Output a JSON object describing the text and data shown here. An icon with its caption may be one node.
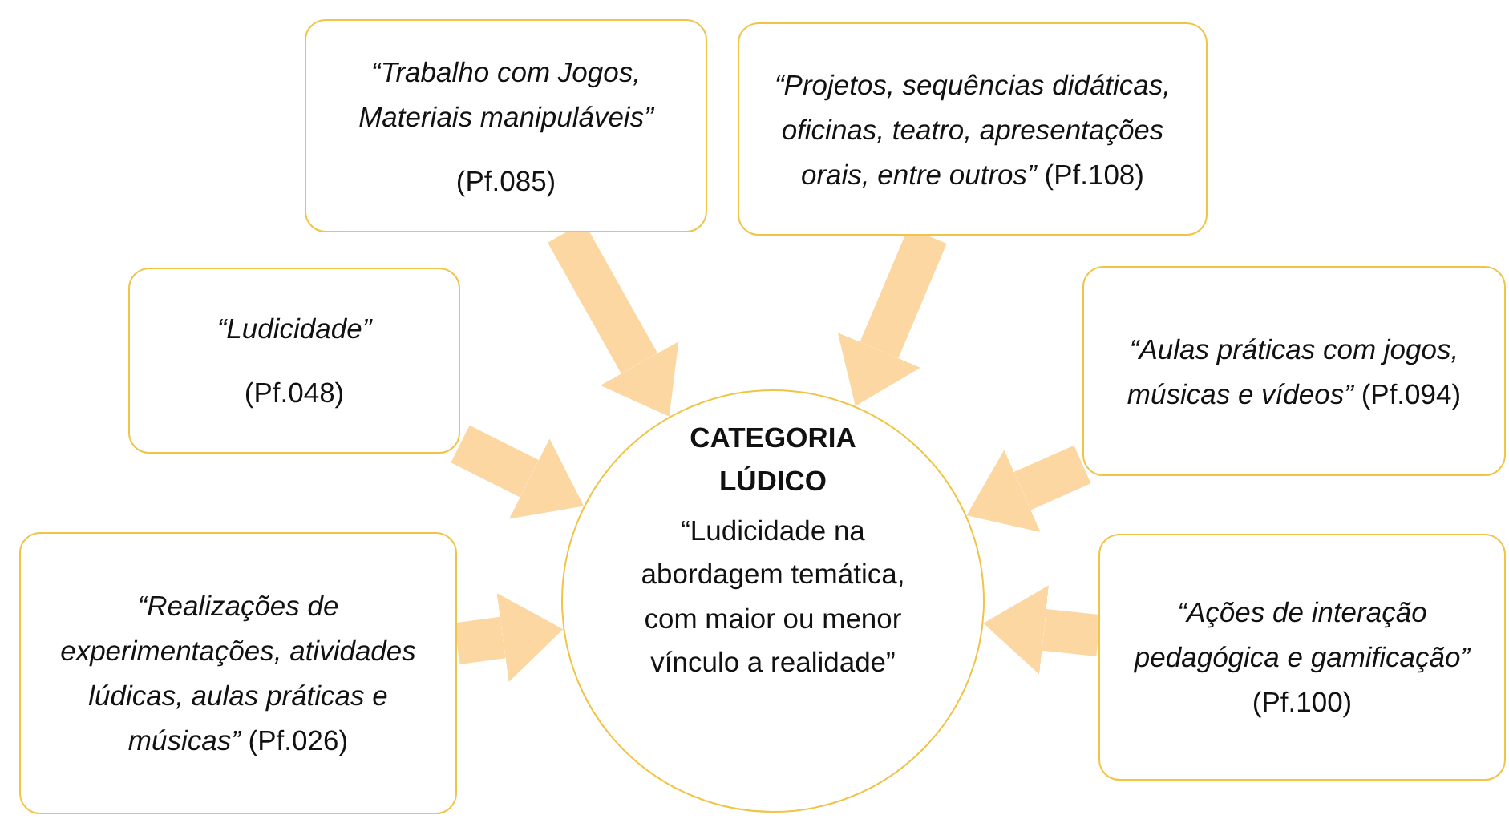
{
  "diagram": {
    "nodes": [
      {
        "text": [
          "“Trabalho com Jogos, Materiais manipuláveis”",
          "(Pf.085)"
        ]
      },
      {
        "text": [
          "*“Projetos, sequências didáticas, oficinas, teatro, apresentações orais, entre outros”*  (Pf.108)"
        ]
      },
      {
        "text": [
          "“Ludicidade”",
          "(Pf.048)"
        ]
      },
      {
        "text": [
          "*“Aulas práticas com jogos, músicas e vídeos”* (Pf.094)"
        ]
      },
      {
        "text": [
          "*“Realizações de experimentações, atividades lúdicas, aulas práticas e músicas”* (Pf.026)"
        ]
      },
      {
        "text": [
          "*“Ações de interação pedagógica e gamificação”* (Pf.100)"
        ]
      },
      {
        "text": [
          "CATEGORIA LÚDICO",
          "“Ludicidade na abordagem temática, com maior ou menor vínculo a realidade”"
        ]
      }
    ],
    "edges": [
      {
        "from": 0,
        "to": 6,
        "arrow": "to"
      },
      {
        "from": 1,
        "to": 6,
        "arrow": "to"
      },
      {
        "from": 2,
        "to": 6,
        "arrow": "to"
      },
      {
        "from": 3,
        "to": 6,
        "arrow": "to"
      },
      {
        "from": 4,
        "to": 6,
        "arrow": "to"
      },
      {
        "from": 5,
        "to": 6,
        "arrow": "to"
      }
    ]
  }
}
